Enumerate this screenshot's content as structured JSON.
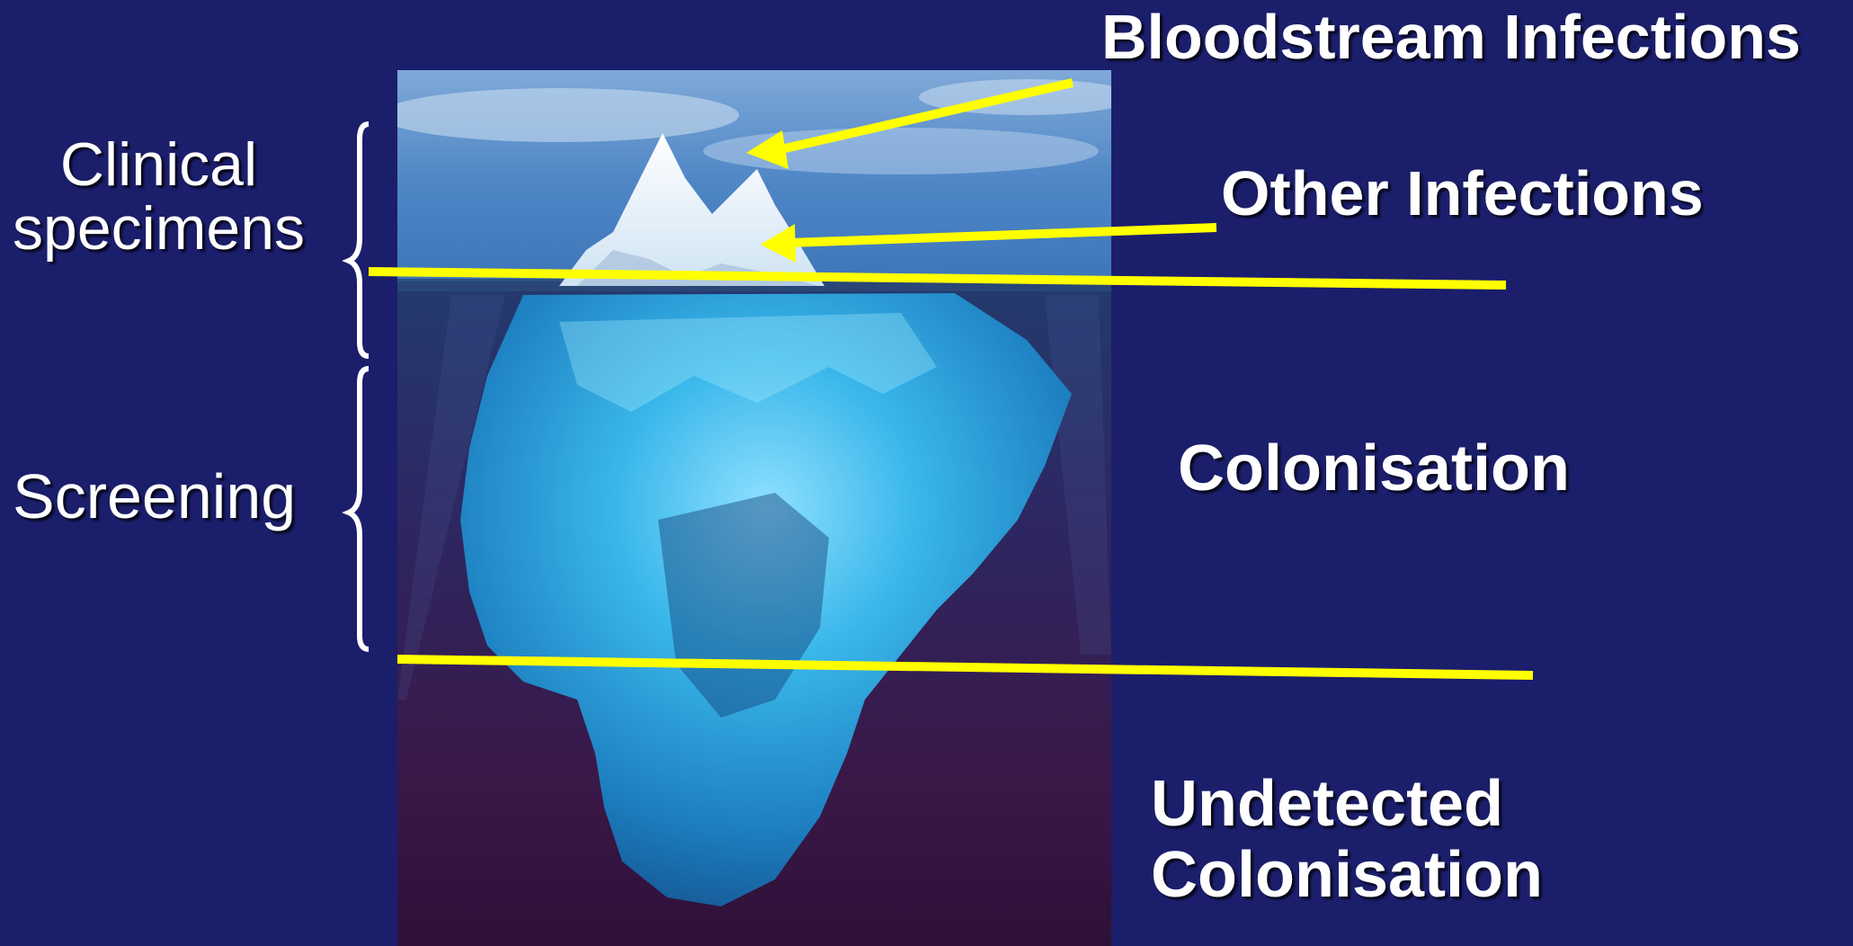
{
  "labels": {
    "bloodstream": "Bloodstream Infections",
    "other": "Other Infections",
    "colonisation": "Colonisation",
    "undetected": [
      "Undetected",
      "Colonisation"
    ],
    "clinical": [
      "Clinical",
      "specimens"
    ],
    "screening": "Screening"
  },
  "colors": {
    "background": "#1b1e6b",
    "arrow": "#ffff00",
    "text": "#ffffff",
    "sky": "#4f86c6",
    "deep_water": "#3a1848",
    "ice": "#2fa6dd"
  }
}
